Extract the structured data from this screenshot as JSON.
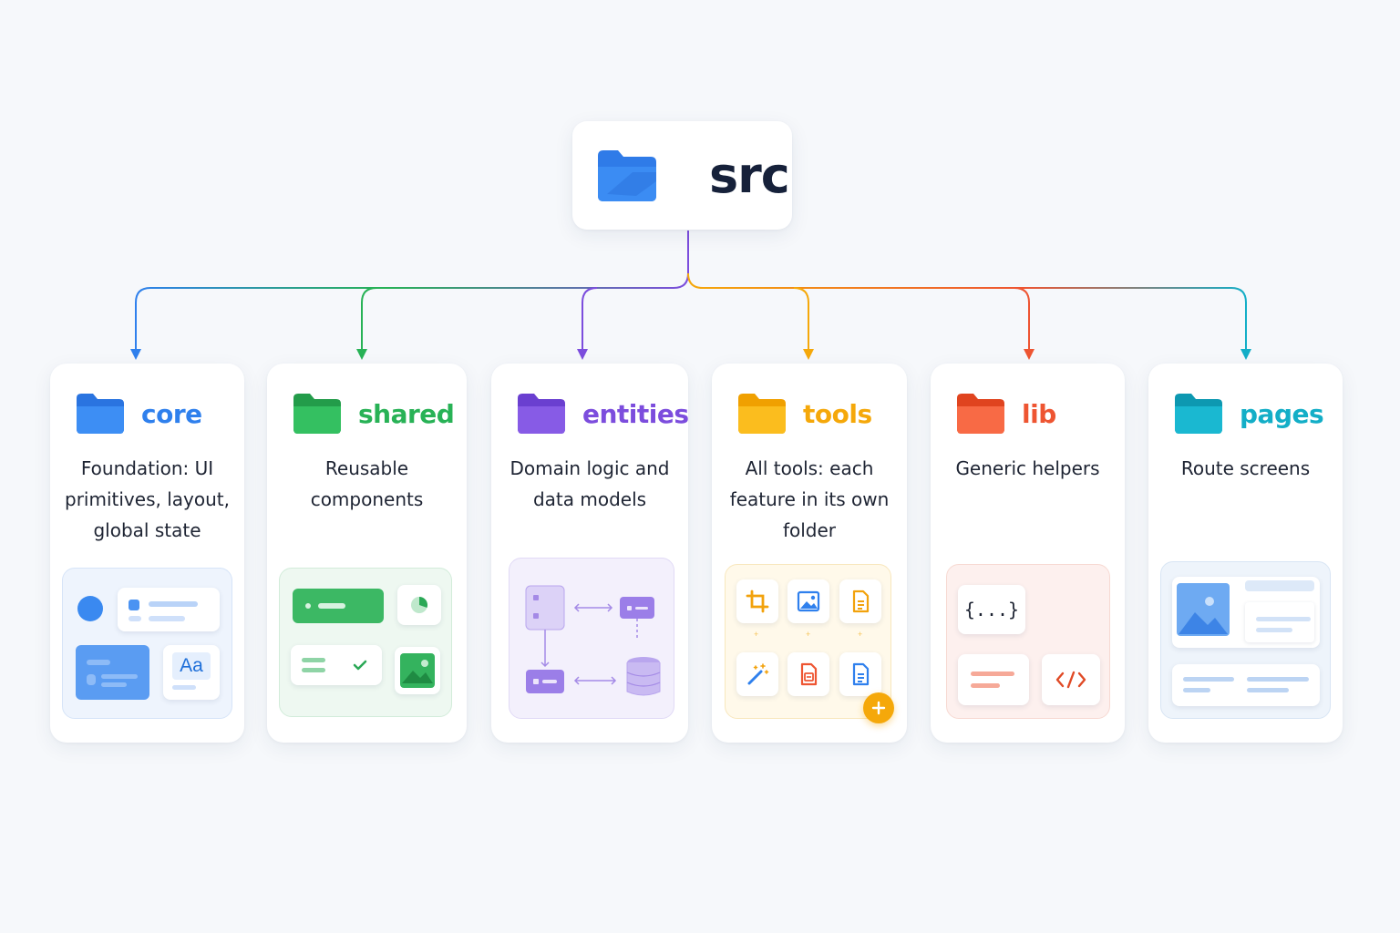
{
  "root": {
    "title": "src",
    "color": "#2f80ed"
  },
  "folders": [
    {
      "id": "core",
      "name": "core",
      "description": "Foundation: UI primitives, layout, global state",
      "color": "#2f80ed",
      "preview_text": "Aa"
    },
    {
      "id": "shared",
      "name": "shared",
      "description": "Reusable components",
      "color": "#28b256"
    },
    {
      "id": "entities",
      "name": "entities",
      "description": "Domain logic and data models",
      "color": "#7c4ddd"
    },
    {
      "id": "tools",
      "name": "tools",
      "description": "All tools: each feature in its own folder",
      "color": "#f5a80a"
    },
    {
      "id": "lib",
      "name": "lib",
      "description": "Generic helpers",
      "color": "#ee5532",
      "preview_text": "{...}"
    },
    {
      "id": "pages",
      "name": "pages",
      "description": "Route screens",
      "color": "#13aec7"
    }
  ],
  "icons": {
    "tools": [
      "crop-icon",
      "image-icon",
      "document-icon",
      "magic-wand-icon",
      "pdf-document-icon",
      "text-document-icon",
      "add-icon"
    ],
    "lib": [
      "code-tag-icon"
    ],
    "entities": [
      "database-icon"
    ]
  }
}
